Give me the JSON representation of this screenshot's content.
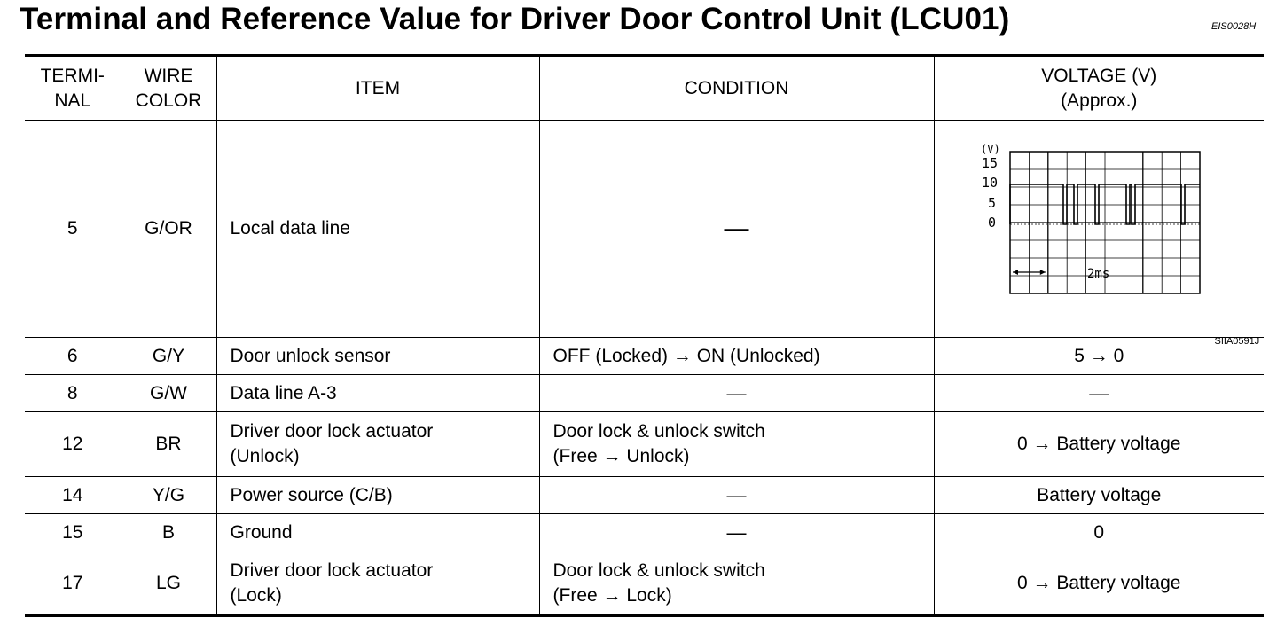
{
  "title": "Terminal and Reference Value for Driver Door Control Unit (LCU01)",
  "doc_code": "EIS0028H",
  "headers": {
    "terminal": [
      "TERMI-",
      "NAL"
    ],
    "wire_color": [
      "WIRE",
      "COLOR"
    ],
    "item": "ITEM",
    "condition": "CONDITION",
    "voltage": [
      "VOLTAGE (V)",
      "(Approx.)"
    ]
  },
  "rows": [
    {
      "terminal": "5",
      "wire": "G/OR",
      "item": [
        "Local data line"
      ],
      "condition": [
        "—"
      ],
      "voltage": ""
    },
    {
      "terminal": "6",
      "wire": "G/Y",
      "item": [
        "Door unlock sensor"
      ],
      "condition": [
        "OFF (Locked) → ON (Unlocked)"
      ],
      "voltage": "5 → 0"
    },
    {
      "terminal": "8",
      "wire": "G/W",
      "item": [
        "Data line A-3"
      ],
      "condition": [
        "—"
      ],
      "voltage": "—"
    },
    {
      "terminal": "12",
      "wire": "BR",
      "item": [
        "Driver door lock actuator",
        "(Unlock)"
      ],
      "condition": [
        "Door lock & unlock switch",
        "(Free → Unlock)"
      ],
      "voltage": "0 → Battery voltage"
    },
    {
      "terminal": "14",
      "wire": "Y/G",
      "item": [
        "Power source (C/B)"
      ],
      "condition": [
        "—"
      ],
      "voltage": "Battery voltage"
    },
    {
      "terminal": "15",
      "wire": "B",
      "item": [
        "Ground"
      ],
      "condition": [
        "—"
      ],
      "voltage": "0"
    },
    {
      "terminal": "17",
      "wire": "LG",
      "item": [
        "Driver door lock actuator",
        "(Lock)"
      ],
      "condition": [
        "Door lock & unlock switch",
        "(Free → Lock)"
      ],
      "voltage": "0 → Battery voltage"
    }
  ],
  "waveform": {
    "y_unit_label": "(V)",
    "y_ticks": [
      "15",
      "10",
      "5",
      "0"
    ],
    "time_label": "2ms",
    "figure_code": "SIIA0591J"
  }
}
